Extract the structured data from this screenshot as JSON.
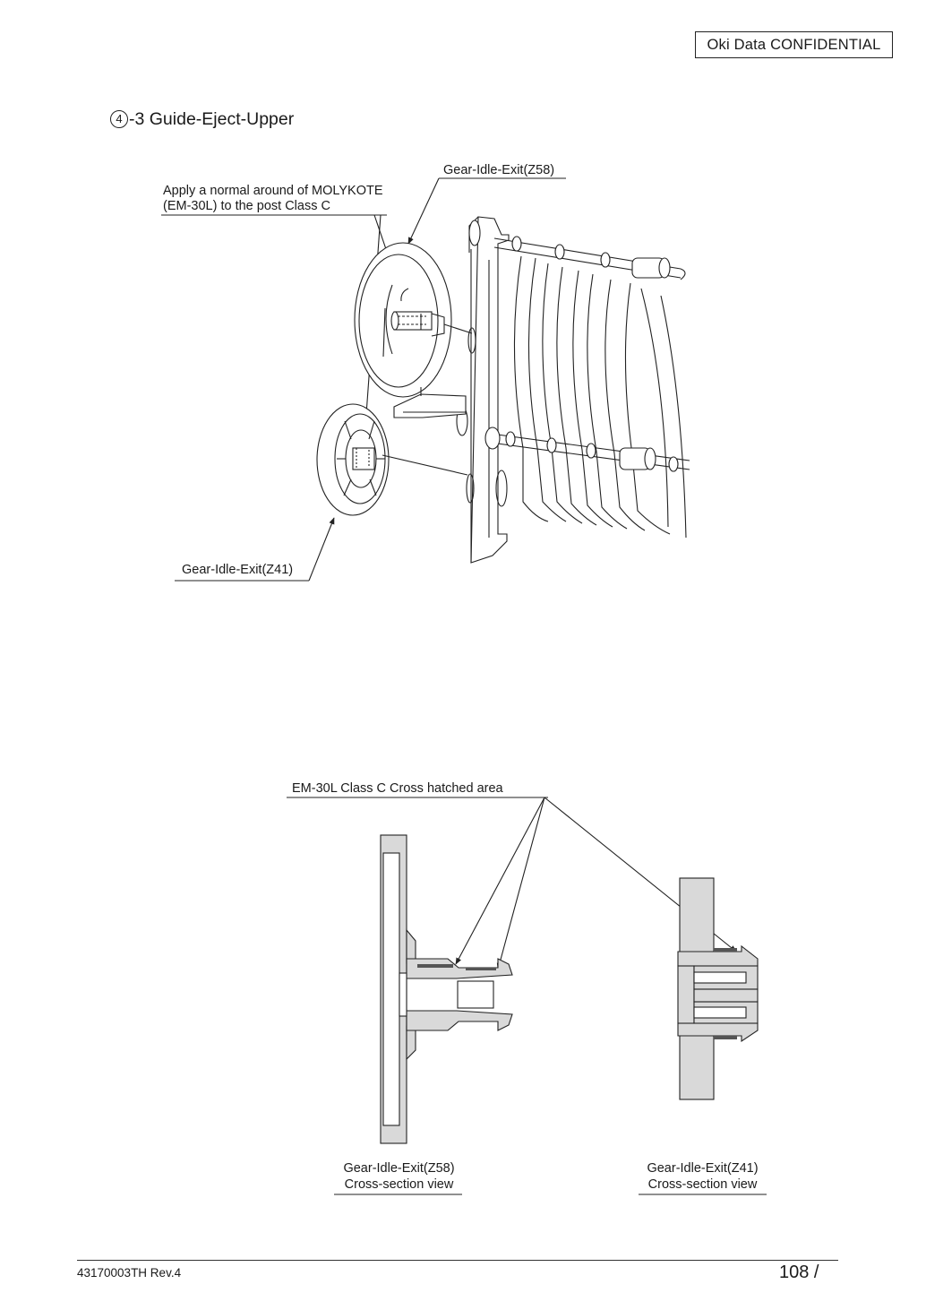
{
  "header": {
    "confidential": "Oki  Data  CONFIDENTIAL"
  },
  "section": {
    "number": "4",
    "title": "-3 Guide-Eject-Upper"
  },
  "figure1": {
    "gear_top_label": "Gear-Idle-Exit(Z58)",
    "note_line1": "Apply a normal around of MOLYKOTE",
    "note_line2": "(EM-30L) to the post    Class C",
    "gear_bottom_label": "Gear-Idle-Exit(Z41)"
  },
  "figure2": {
    "callout": "EM-30L    Class C    Cross hatched area",
    "left_caption_1": "Gear-Idle-Exit(Z58)",
    "left_caption_2": "Cross-section view",
    "right_caption_1": "Gear-Idle-Exit(Z41)",
    "right_caption_2": "Cross-section view"
  },
  "footer": {
    "doc_number": "43170003TH  Rev.4",
    "page": "108 /"
  }
}
